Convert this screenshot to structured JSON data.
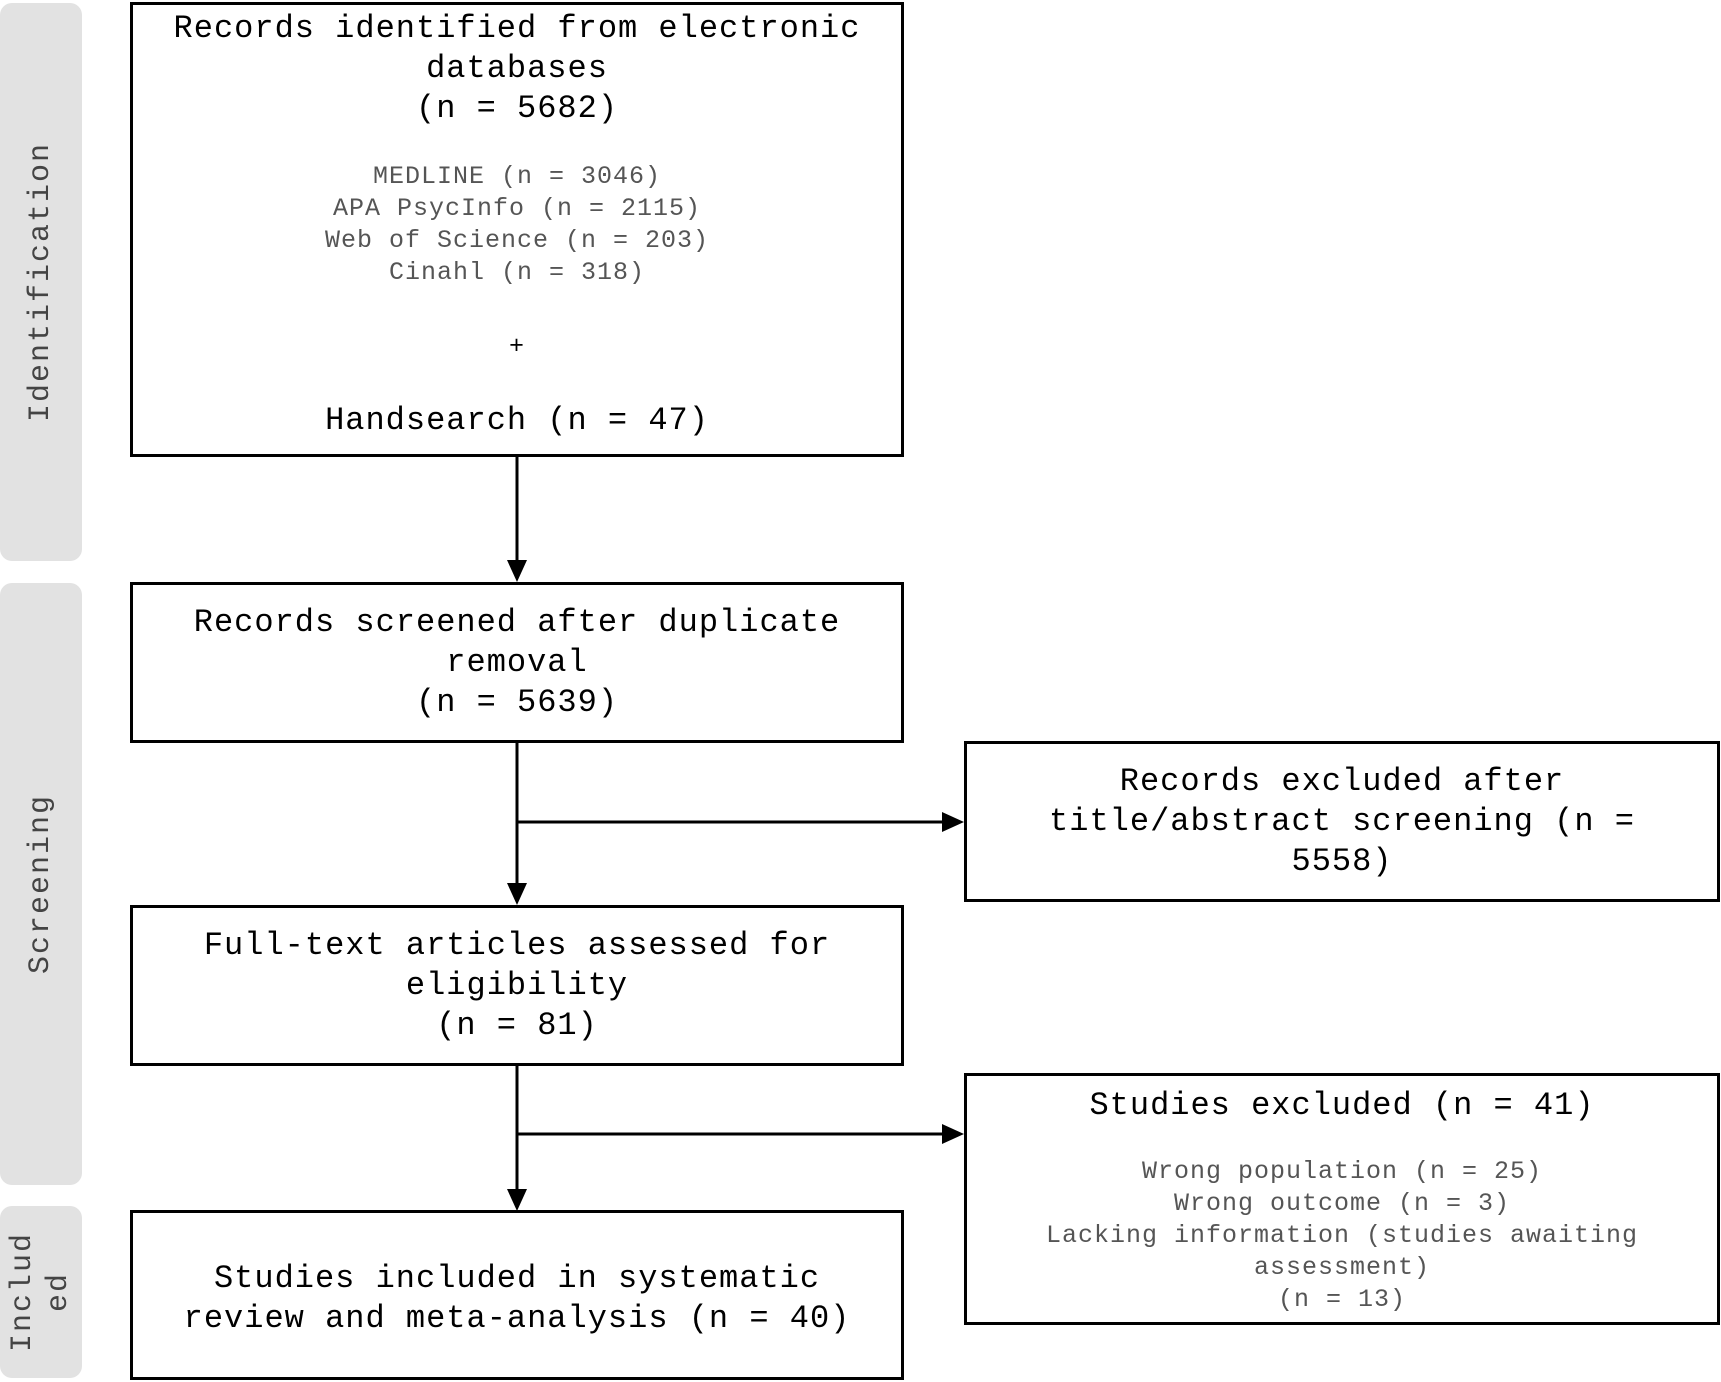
{
  "phases": {
    "identification": "Identification",
    "screening": "Screening",
    "included": "Includ\ned"
  },
  "boxes": {
    "identified": {
      "title_line1": "Records identified from electronic",
      "title_line2": "databases",
      "count": "(n = 5682)",
      "sources": [
        "MEDLINE (n = 3046)",
        "APA PsycInfo (n = 2115)",
        "Web of Science (n = 203)",
        "Cinahl (n = 318)"
      ],
      "plus": "+",
      "handsearch": "Handsearch (n = 47)"
    },
    "screened": {
      "line1": "Records screened after duplicate",
      "line2": "removal",
      "count": "(n = 5639)"
    },
    "excluded_title": {
      "line1": "Records excluded after",
      "line2": "title/abstract screening (n =",
      "line3": "5558)"
    },
    "fulltext": {
      "line1": "Full-text articles assessed for",
      "line2": "eligibility",
      "count": "(n = 81)"
    },
    "studies_excluded": {
      "title": "Studies excluded (n = 41)",
      "reasons": [
        "Wrong population (n = 25)",
        "Wrong outcome (n = 3)",
        "Lacking information (studies awaiting",
        "assessment)",
        "(n = 13)"
      ]
    },
    "included": {
      "line1": "Studies included in systematic",
      "line2": "review and meta-analysis (n = 40)"
    }
  }
}
